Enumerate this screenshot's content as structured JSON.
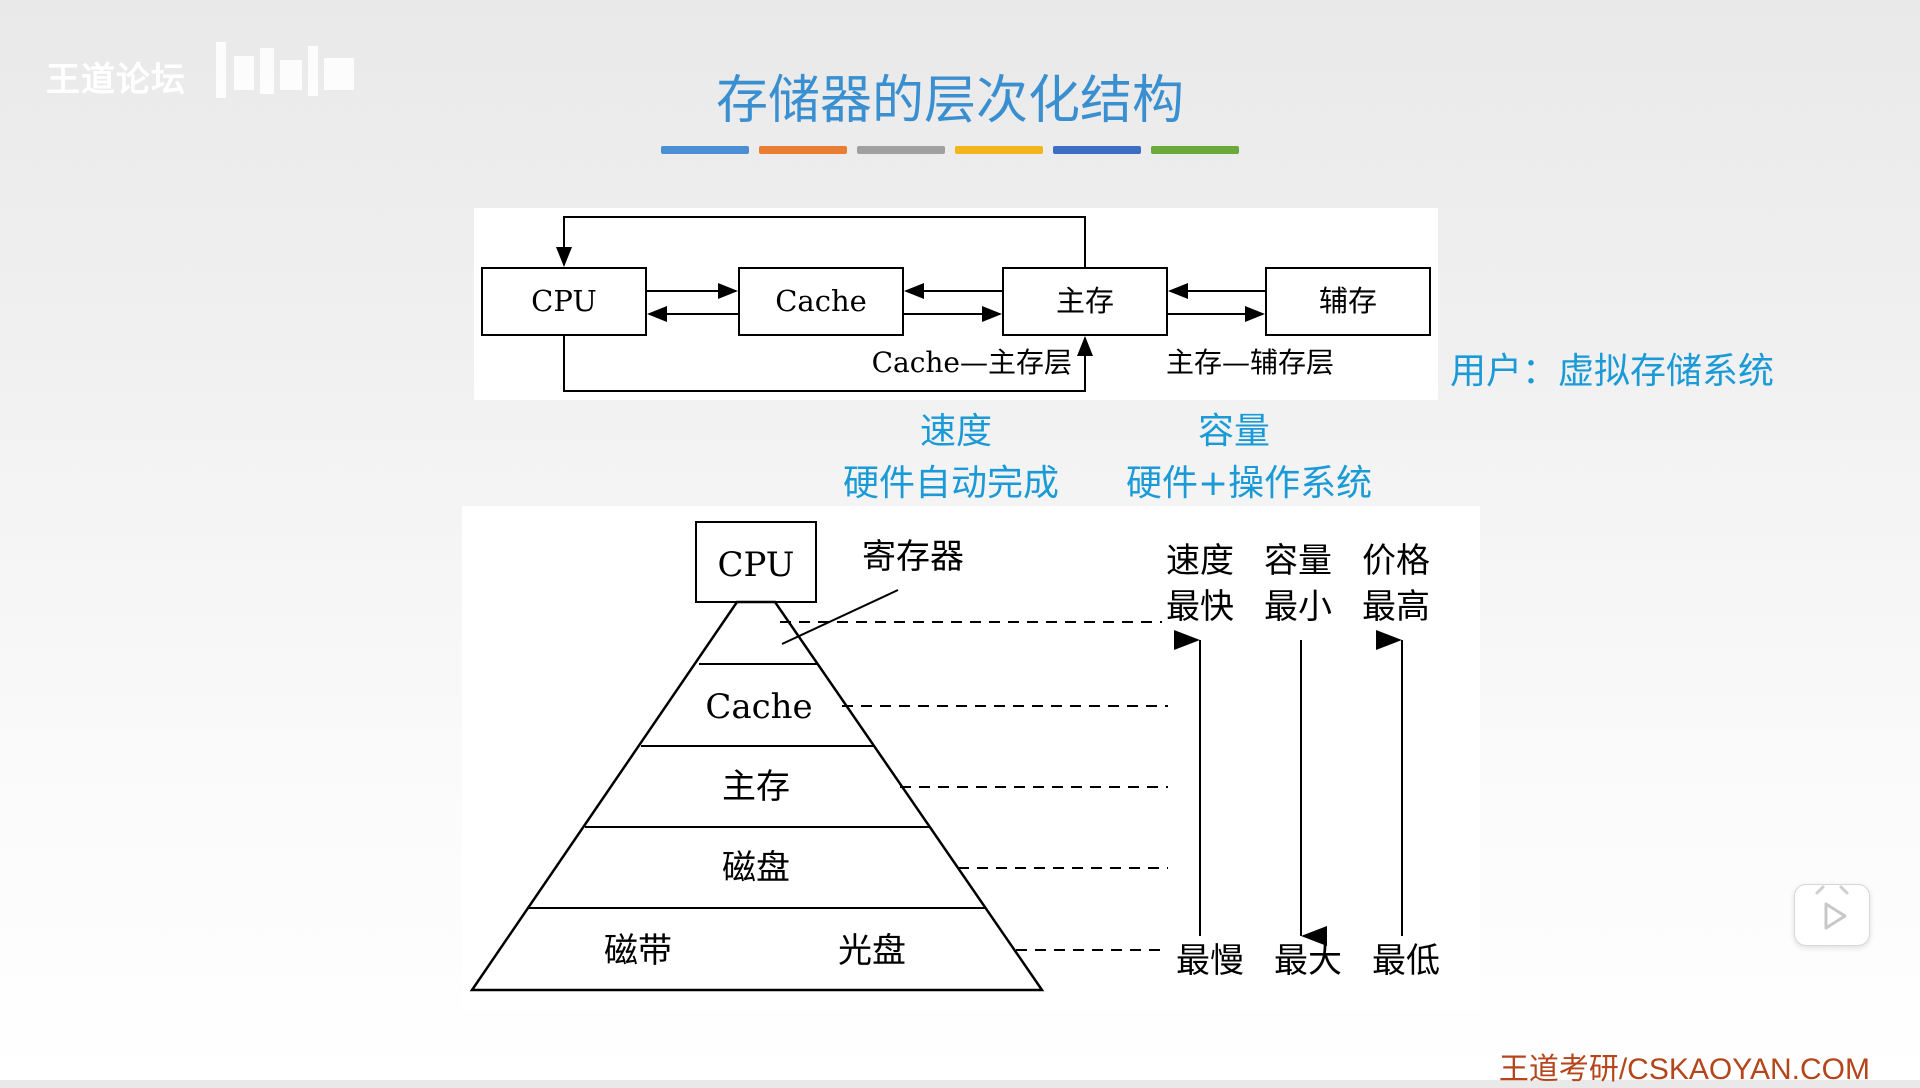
{
  "watermark": {
    "text": "王道论坛"
  },
  "title": "存储器的层次化结构",
  "title_bar_colors": [
    "#4a8fd4",
    "#e97d34",
    "#a0a0a0",
    "#f2b51a",
    "#3c6fc4",
    "#6aaa3a"
  ],
  "top_diagram": {
    "boxes": [
      "CPU",
      "Cache",
      "主存",
      "辅存"
    ],
    "label_cache_main": "Cache—主存层",
    "label_main_aux": "主存—辅存层"
  },
  "notes": {
    "virtual": "用户：虚拟存储系统",
    "speed": "速度",
    "capacity": "容量",
    "hw_auto": "硬件自动完成",
    "hw_os": "硬件+操作系统"
  },
  "pyramid": {
    "cpu": "CPU",
    "register": "寄存器",
    "levels": [
      "Cache",
      "主存",
      "磁盘"
    ],
    "bottom_left": "磁带",
    "bottom_right": "光盘",
    "header": [
      "速度",
      "容量",
      "价格"
    ],
    "top_values": [
      "最快",
      "最小",
      "最高"
    ],
    "bottom_values": [
      "最慢",
      "最大",
      "最低"
    ]
  },
  "footer": "王道考研/CSKAOYAN.COM",
  "icons": {
    "play": "play-icon"
  }
}
